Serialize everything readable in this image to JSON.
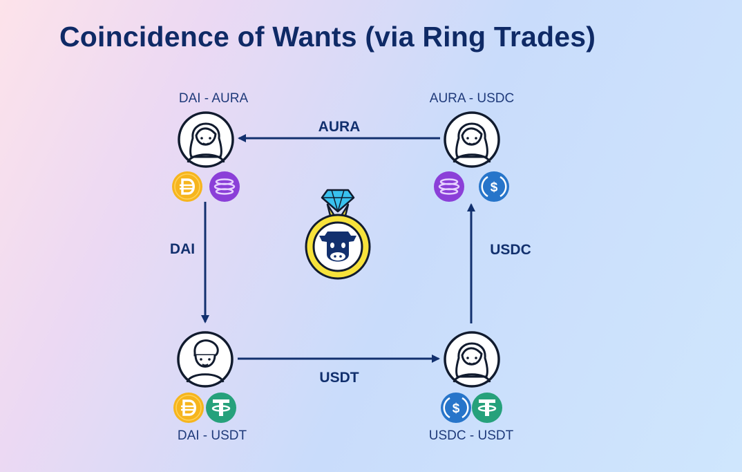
{
  "title": "Coincidence of Wants (via Ring Trades)",
  "nodes": {
    "top_left": {
      "label": "DAI - AURA",
      "tokens": [
        "DAI",
        "AURA"
      ]
    },
    "top_right": {
      "label": "AURA - USDC",
      "tokens": [
        "AURA",
        "USDC"
      ]
    },
    "bottom_left": {
      "label": "DAI - USDT",
      "tokens": [
        "DAI",
        "USDT"
      ]
    },
    "bottom_right": {
      "label": "USDC - USDT",
      "tokens": [
        "USDC",
        "USDT"
      ]
    }
  },
  "edges": {
    "top": {
      "label": "AURA",
      "from": "top_right",
      "to": "top_left"
    },
    "left": {
      "label": "DAI",
      "from": "top_left",
      "to": "bottom_left"
    },
    "bottom": {
      "label": "USDT",
      "from": "bottom_left",
      "to": "bottom_right"
    },
    "right": {
      "label": "USDC",
      "from": "bottom_right",
      "to": "top_right"
    }
  },
  "center_icon": "cow-ring-icon",
  "colors": {
    "title": "#0f2a66",
    "arrow": "#12306e",
    "DAI": "#f6b51d",
    "AURA": "#8b3fd8",
    "USDC": "#2775ca",
    "USDT": "#26a17b",
    "ring": "#f7e23b",
    "diamond": "#39c1ee"
  }
}
